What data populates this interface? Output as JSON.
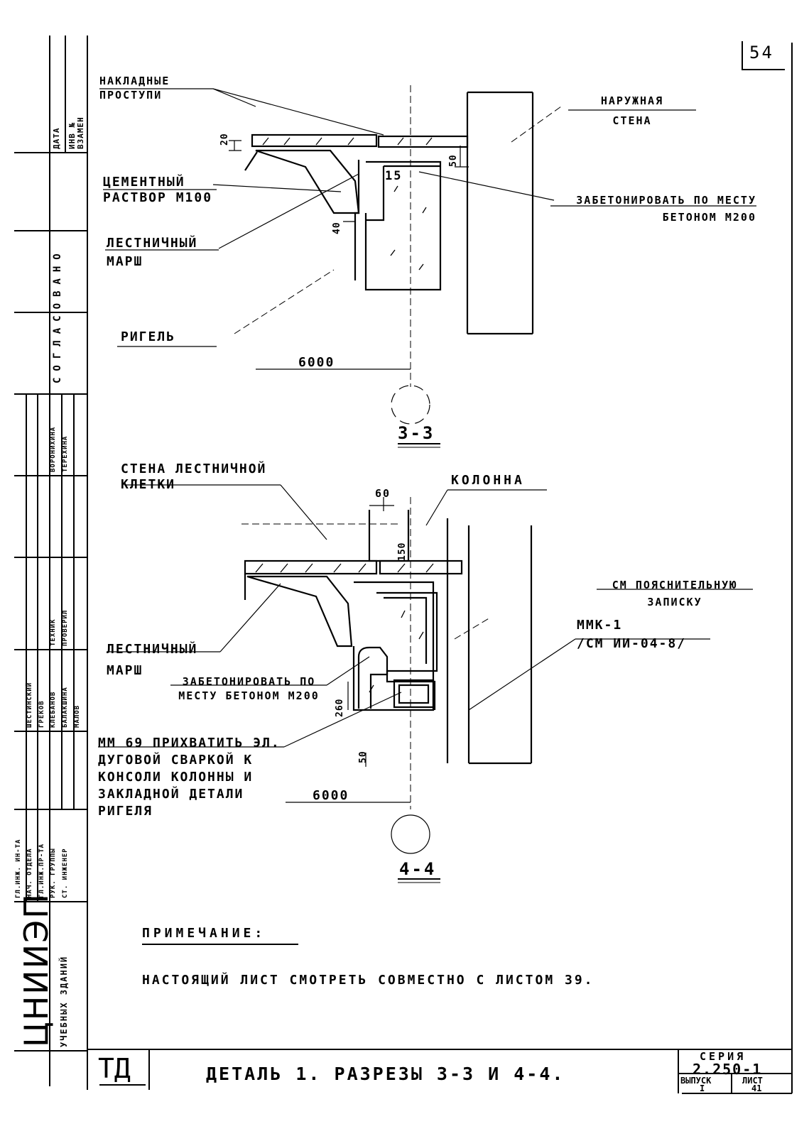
{
  "page_number": "54",
  "section_33": {
    "overlay_steps": "НАКЛАДНЫЕ ПРОСТУПИ",
    "outer_wall": "НАРУЖНАЯ СТЕНА",
    "cement_mortar": "ЦЕМЕНТНЫЙ РАСТВОР М100",
    "concrete_in_place": "ЗАБЕТОНИРОВАТЬ ПО МЕСТУ БЕТОНОМ М200",
    "stair_flight": "ЛЕСТНИЧНЫЙ МАРШ",
    "girder": "РИГЕЛЬ",
    "dim_20": "20",
    "dim_50": "50",
    "dim_15": "15",
    "dim_40": "40",
    "dim_6000": "6000",
    "title": "3-3"
  },
  "section_44": {
    "stair_wall": "СТЕНА ЛЕСТНИЧНОЙ КЛЕТКИ",
    "column": "КОЛОННА",
    "dim_60": "60",
    "dim_150": "150",
    "see_note": "СМ ПОЯСНИТЕЛЬНУЮ ЗАПИСКУ",
    "mmk": "ММК-1",
    "mmk_ref": "/СМ ИИ-04-8/",
    "stair_flight": "ЛЕСТНИЧНЫЙ МАРШ",
    "concrete_in_place": "ЗАБЕТОНИРОВАТЬ ПО МЕСТУ БЕТОНОМ М200",
    "dim_260": "260",
    "weld_note_1": "ММ 69 ПРИХВАТИТЬ ЭЛ.",
    "weld_note_2": "ДУГОВОЙ СВАРКОЙ К",
    "weld_note_3": "КОНСОЛИ КОЛОННЫ И",
    "weld_note_4": "ЗАКЛАДНОЙ ДЕТАЛИ",
    "weld_note_5": "РИГЕЛЯ",
    "dim_50": "50",
    "dim_6000": "6000",
    "title": "4-4"
  },
  "note": {
    "heading": "ПРИМЕЧАНИЕ:",
    "text": "НАСТОЯЩИЙ ЛИСТ СМОТРЕТЬ СОВМЕСТНО С ЛИСТОМ 39."
  },
  "title_block": {
    "td": "ТД",
    "title": "ДЕТАЛЬ 1. РАЗРЕЗЫ 3-3 И 4-4.",
    "series_label": "СЕРИЯ",
    "series_value": "2.250-1",
    "issue_label": "ВЫПУСК",
    "issue_value": "I",
    "sheet_label": "ЛИСТ",
    "sheet_value": "41"
  },
  "side_stamp": {
    "org": "ЦНИИЭП",
    "org_sub": "УЧЕБНЫХ ЗДАНИЙ",
    "date": "ДАТА",
    "inv": "ИНВ №",
    "replace": "ВЗАМЕН",
    "agreed": "СОГЛАСОВАНО",
    "roles": [
      "ГЛ.ИНЖ. ИН-ТА",
      "НАЧ. ОТДЕЛА",
      "ГЛ.ИНЖ.ПР-ТА",
      "РУК. ГРУППЫ",
      "СТ. ИНЖЕНЕР"
    ],
    "names": [
      "ШЕСТИНСКИЙ",
      "ГРЕКОВ",
      "КЛЕБАНОВ",
      "БАЛАКШИНА",
      "МАЛОВ"
    ],
    "technik": "ТЕХНИК",
    "checked": "ПРОВЕРИЛ",
    "tech_names": [
      "ВОРОНИХИНА",
      "ТЕРЕХИНА"
    ]
  }
}
